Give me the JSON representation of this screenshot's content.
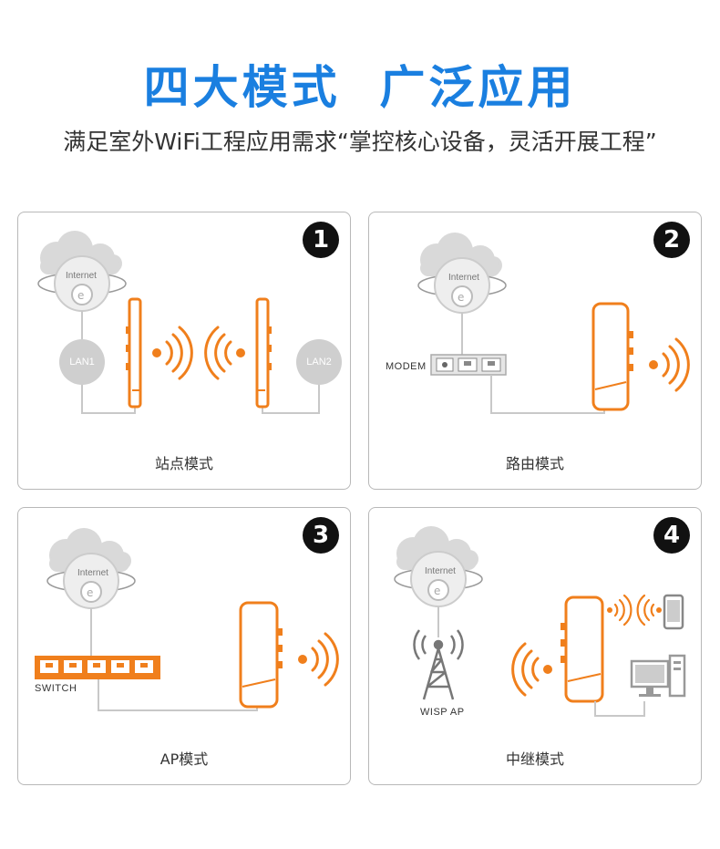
{
  "header": {
    "title": "四大模式  广泛应用",
    "subtitle": "满足室外WiFi工程应用需求“掌控核心设备，灵活开展工程”"
  },
  "modes": [
    {
      "number": "1",
      "label": "站点模式",
      "internet": "Internet",
      "lan1": "LAN1",
      "lan2": "LAN2"
    },
    {
      "number": "2",
      "label": "路由模式",
      "internet": "Internet",
      "modem": "MODEM"
    },
    {
      "number": "3",
      "label": "AP模式",
      "internet": "Internet",
      "switch": "SWITCH"
    },
    {
      "number": "4",
      "label": "中继模式",
      "internet": "Internet",
      "wisp": "WISP AP"
    }
  ],
  "colors": {
    "accent_orange": "#f07f1c",
    "title_blue": "#1a7fe0",
    "gray": "#c8c8c8"
  }
}
